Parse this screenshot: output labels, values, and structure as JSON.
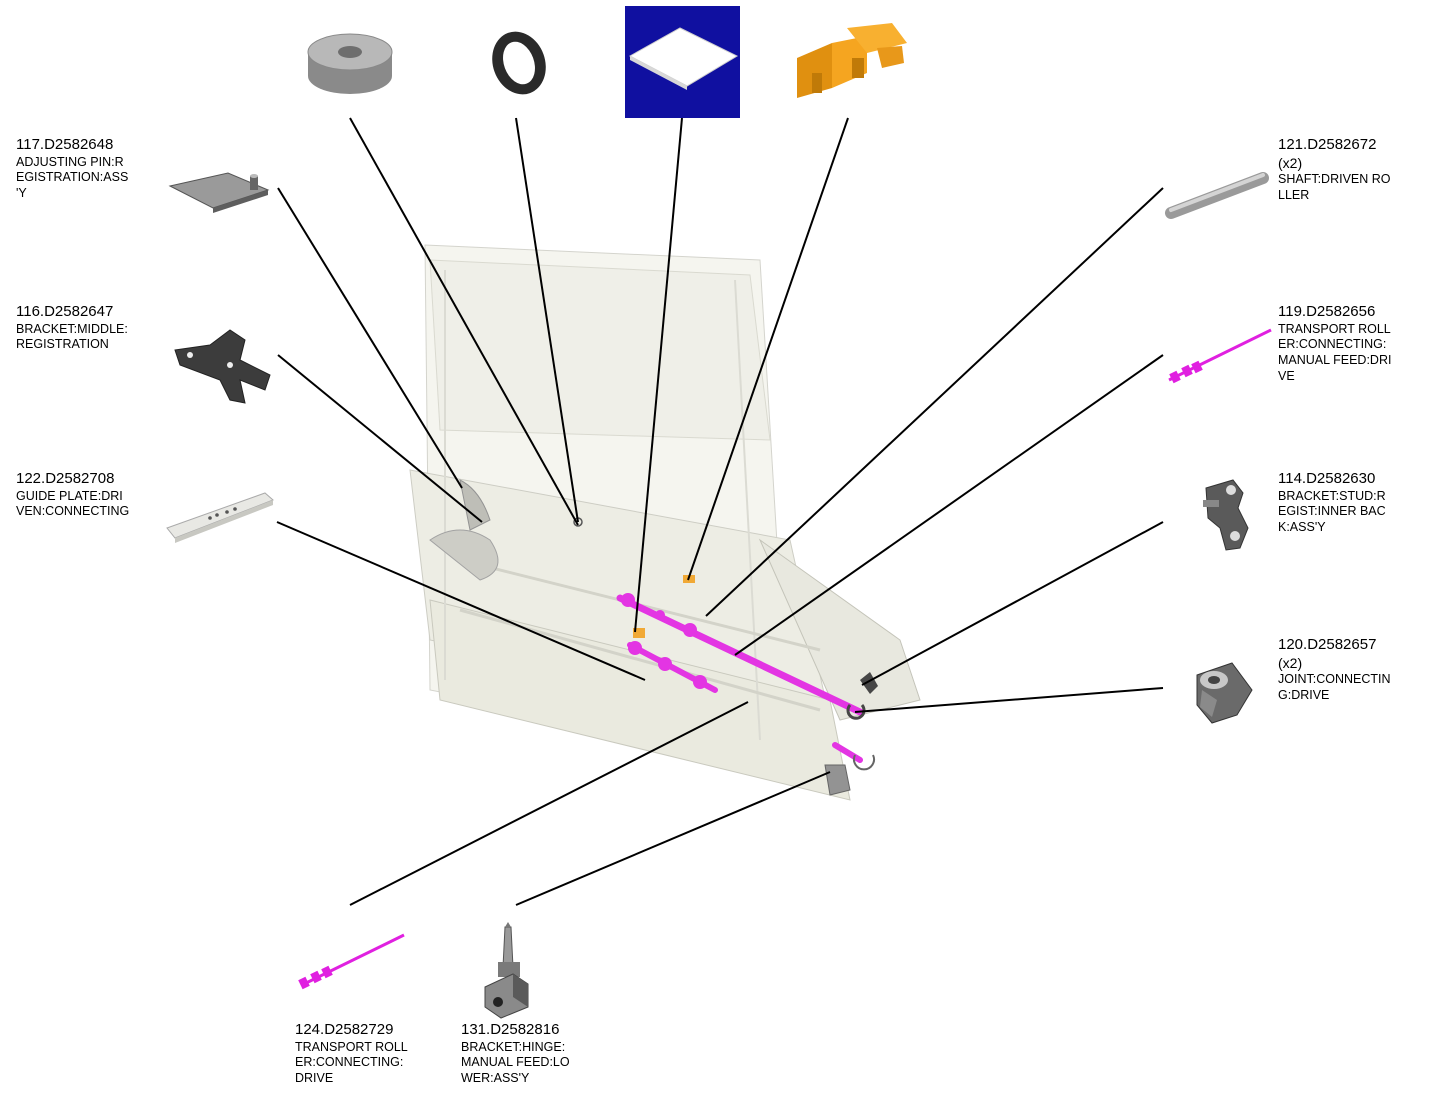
{
  "parts": {
    "p117": {
      "pn": "117.D2582648",
      "desc": "ADJUSTING PIN:R\nEGISTRATION:ASS\n'Y"
    },
    "p116": {
      "pn": "116.D2582647",
      "desc": "BRACKET:MIDDLE:\nREGISTRATION"
    },
    "p122": {
      "pn": "122.D2582708",
      "desc": "GUIDE PLATE:DRI\nVEN:CONNECTING"
    },
    "p121": {
      "pn": "121.D2582672",
      "qty": "(x2)",
      "desc": "SHAFT:DRIVEN RO\nLLER"
    },
    "p119": {
      "pn": "119.D2582656",
      "desc": "TRANSPORT ROLL\nER:CONNECTING:\nMANUAL FEED:DRI\nVE"
    },
    "p114": {
      "pn": "114.D2582630",
      "desc": "BRACKET:STUD:R\nEGIST:INNER BAC\nK:ASS'Y"
    },
    "p120": {
      "pn": "120.D2582657",
      "qty": "(x2)",
      "desc": "JOINT:CONNECTIN\nG:DRIVE"
    },
    "p124": {
      "pn": "124.D2582729",
      "desc": "TRANSPORT ROLL\nER:CONNECTING:\nDRIVE"
    },
    "p131": {
      "pn": "131.D2582816",
      "desc": "BRACKET:HINGE:\nMANUAL FEED:LO\nWER:ASS'Y"
    }
  },
  "icons": {
    "spacer": "cylinder-spacer-icon",
    "washer": "washer-ring-icon",
    "sheet": "plate-sheet-icon",
    "clip": "orange-clip-icon"
  },
  "colors": {
    "highlight": "#e020e0",
    "orange": "#f0a020",
    "navy": "#1010a0",
    "leader": "#000000"
  }
}
